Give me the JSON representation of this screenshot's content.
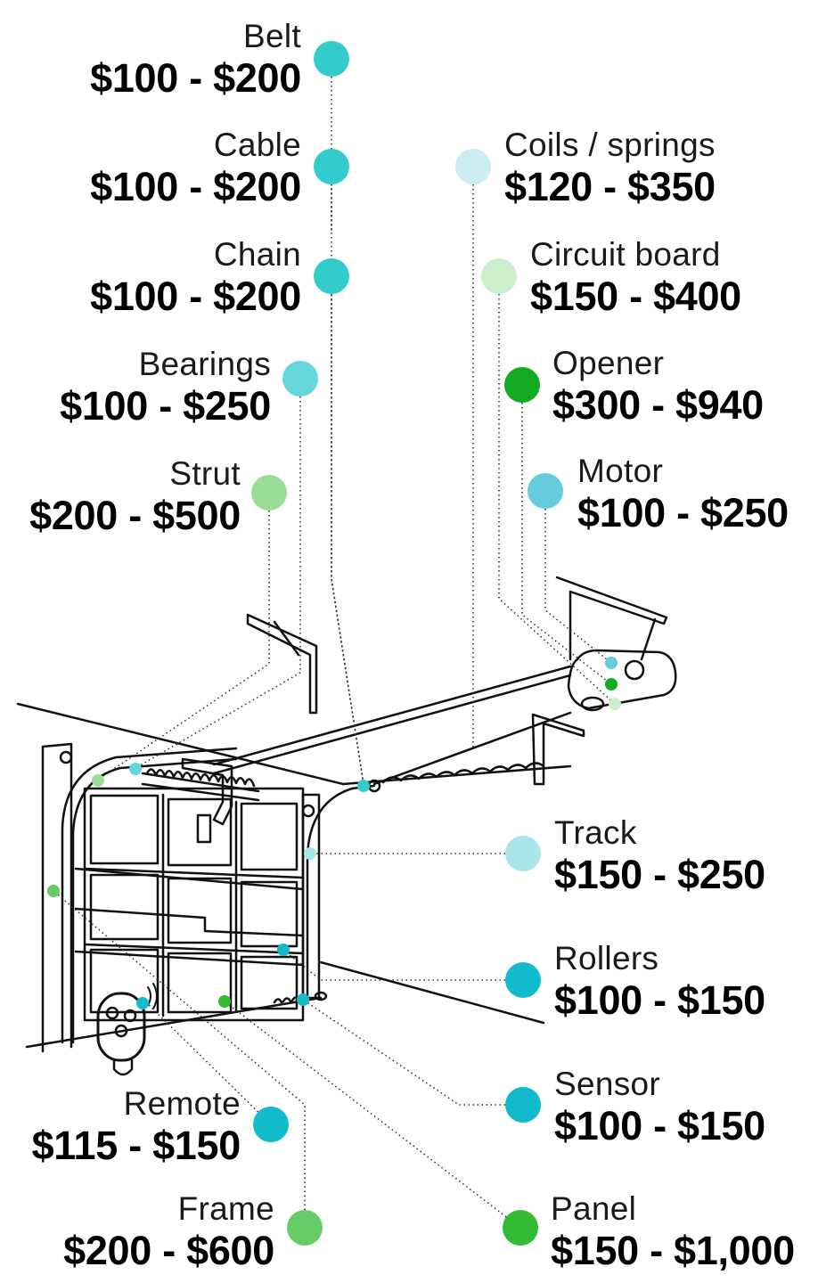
{
  "parts": [
    {
      "id": "belt",
      "name": "Belt",
      "price": "$100 - $200",
      "color": "#33cccc",
      "side": "left"
    },
    {
      "id": "cable",
      "name": "Cable",
      "price": "$100 - $200",
      "color": "#33cccc",
      "side": "left"
    },
    {
      "id": "chain",
      "name": "Chain",
      "price": "$100 - $200",
      "color": "#33cccc",
      "side": "left"
    },
    {
      "id": "bearings",
      "name": "Bearings",
      "price": "$100 - $250",
      "color": "#66d6dd",
      "side": "left"
    },
    {
      "id": "strut",
      "name": "Strut",
      "price": "$200 - $500",
      "color": "#99dd99",
      "side": "left"
    },
    {
      "id": "coils",
      "name": "Coils / springs",
      "price": "$120 - $350",
      "color": "#cceef2",
      "side": "right"
    },
    {
      "id": "circuit-board",
      "name": "Circuit board",
      "price": "$150 - $400",
      "color": "#cceecc",
      "side": "right"
    },
    {
      "id": "opener",
      "name": "Opener",
      "price": "$300 - $940",
      "color": "#11aa22",
      "side": "right"
    },
    {
      "id": "motor",
      "name": "Motor",
      "price": "$100 - $250",
      "color": "#66ccdd",
      "side": "right"
    },
    {
      "id": "track",
      "name": "Track",
      "price": "$150 - $250",
      "color": "#a8e6ea",
      "side": "right"
    },
    {
      "id": "rollers",
      "name": "Rollers",
      "price": "$100 - $150",
      "color": "#11bbcc",
      "side": "right"
    },
    {
      "id": "sensor",
      "name": "Sensor",
      "price": "$100 - $150",
      "color": "#11bbcc",
      "side": "right"
    },
    {
      "id": "remote",
      "name": "Remote",
      "price": "$115 - $150",
      "color": "#11bbcc",
      "side": "left"
    },
    {
      "id": "frame",
      "name": "Frame",
      "price": "$200 - $600",
      "color": "#66cc66",
      "side": "left"
    },
    {
      "id": "panel",
      "name": "Panel",
      "price": "$150 - $1,000",
      "color": "#33bb33",
      "side": "right"
    }
  ]
}
